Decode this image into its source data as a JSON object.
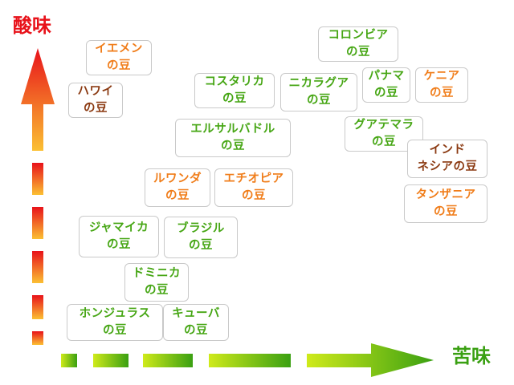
{
  "axes": {
    "y_label": "酸味",
    "x_label": "苦味",
    "y_color": "#e8121a",
    "x_color": "#3aa012"
  },
  "colors": {
    "orange": "#f07d1a",
    "brown": "#8b3a12",
    "green": "#46a614"
  },
  "beans": [
    {
      "l1": "イエメン",
      "l2": "の豆",
      "color": "orange"
    },
    {
      "l1": "ハワイ",
      "l2": "の豆",
      "color": "brown"
    },
    {
      "l1": "コロンビア",
      "l2": "の豆",
      "color": "green"
    },
    {
      "l1": "コスタリカ",
      "l2": "の豆",
      "color": "green"
    },
    {
      "l1": "ニカラグア",
      "l2": "の豆",
      "color": "green"
    },
    {
      "l1": "パナマ",
      "l2": "の豆",
      "color": "green"
    },
    {
      "l1": "ケニア",
      "l2": "の豆",
      "color": "orange"
    },
    {
      "l1": "エルサルバドル",
      "l2": "の豆",
      "color": "green"
    },
    {
      "l1": "グアテマラ",
      "l2": "の豆",
      "color": "green"
    },
    {
      "l1": "インド",
      "l2": "ネシアの豆",
      "color": "brown"
    },
    {
      "l1": "ルワンダ",
      "l2": "の豆",
      "color": "orange"
    },
    {
      "l1": "エチオピア",
      "l2": "の豆",
      "color": "orange"
    },
    {
      "l1": "タンザニア",
      "l2": "の豆",
      "color": "orange"
    },
    {
      "l1": "ジャマイカ",
      "l2": "の豆",
      "color": "green"
    },
    {
      "l1": "ブラジル",
      "l2": "の豆",
      "color": "green"
    },
    {
      "l1": "ドミニカ",
      "l2": "の豆",
      "color": "green"
    },
    {
      "l1": "ホンジュラス",
      "l2": "の豆",
      "color": "green"
    },
    {
      "l1": "キューバ",
      "l2": "の豆",
      "color": "green"
    }
  ]
}
